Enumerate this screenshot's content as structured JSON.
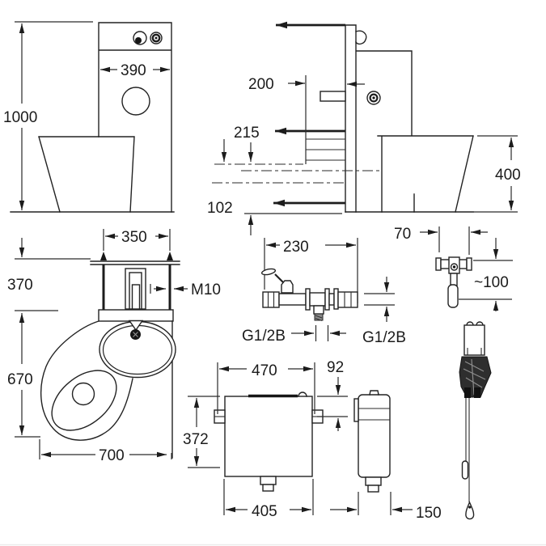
{
  "drawing": {
    "type": "technical-dimension-drawing",
    "views": {
      "wc_front": {
        "overall_height": "1000",
        "panel_width": "390"
      },
      "wc_side": {
        "panel_depth": "200",
        "inlet_height": "215",
        "outlet_height": "102",
        "pan_height": "400"
      },
      "wc_plan": {
        "rail_width": "350",
        "bracket_depth": "370",
        "stud_thread": "M10",
        "bowl_length": "670",
        "overall_length": "700"
      },
      "valve": {
        "length": "230",
        "outlet_thread": "G1/2B",
        "connection_thread": "G1/2B"
      },
      "spray_fitting": {
        "width": "70",
        "height": "~100"
      },
      "cistern_front": {
        "top_width": "470",
        "lug_offset": "92",
        "height": "372",
        "bottom_width": "405"
      },
      "cistern_side": {
        "depth": "150"
      }
    },
    "line_color": "#222222",
    "background_color": "#ffffff"
  }
}
